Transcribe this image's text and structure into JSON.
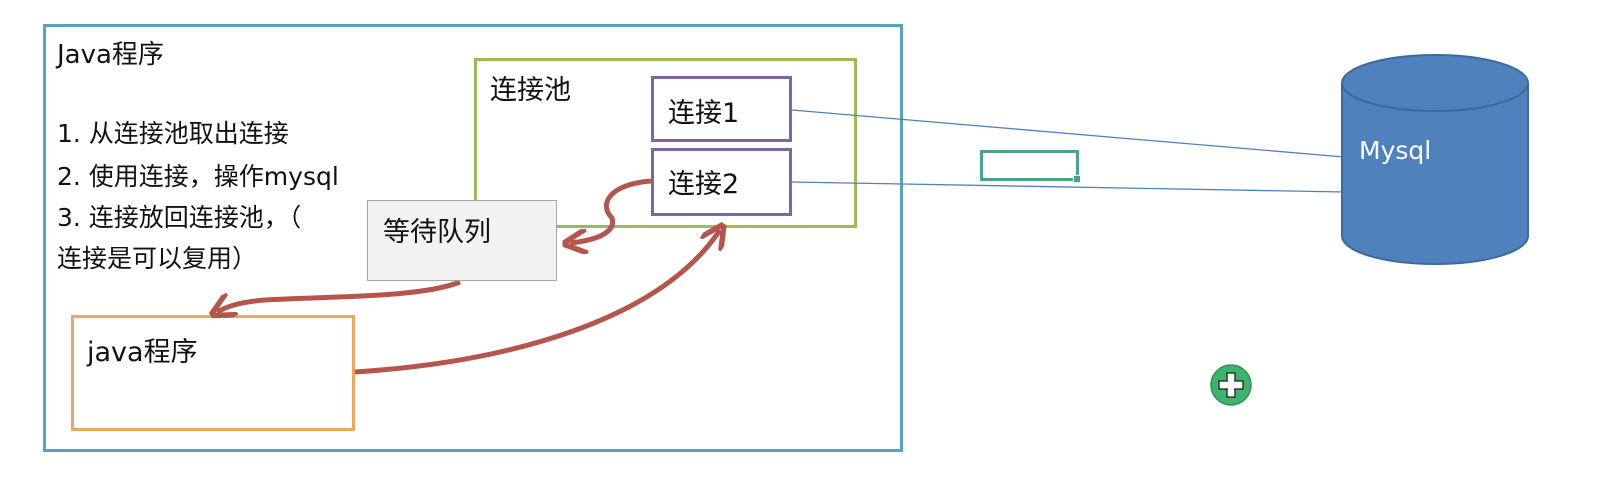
{
  "java_program": {
    "title": "Java程序",
    "steps": [
      "1. 从连接池取出连接",
      "2. 使用连接，操作mysql",
      "3. 连接放回连接池，（",
      "连接是可以复用）"
    ]
  },
  "pool": {
    "title": "连接池",
    "connections": [
      "连接1",
      "连接2"
    ]
  },
  "queue": {
    "label": "等待队列"
  },
  "client": {
    "label": "java程序"
  },
  "database": {
    "label": "Mysql"
  },
  "colors": {
    "outer_border": "#5a9fc4",
    "pool_border": "#9bbb59",
    "connection_border": "#8064a2",
    "client_border": "#f0a55c",
    "arrow": "#b4564c",
    "database_fill": "#4f81bd",
    "line": "#4f81bd",
    "selection": "#4aa586"
  },
  "icons": {
    "cursor": "cross-cursor-icon"
  }
}
